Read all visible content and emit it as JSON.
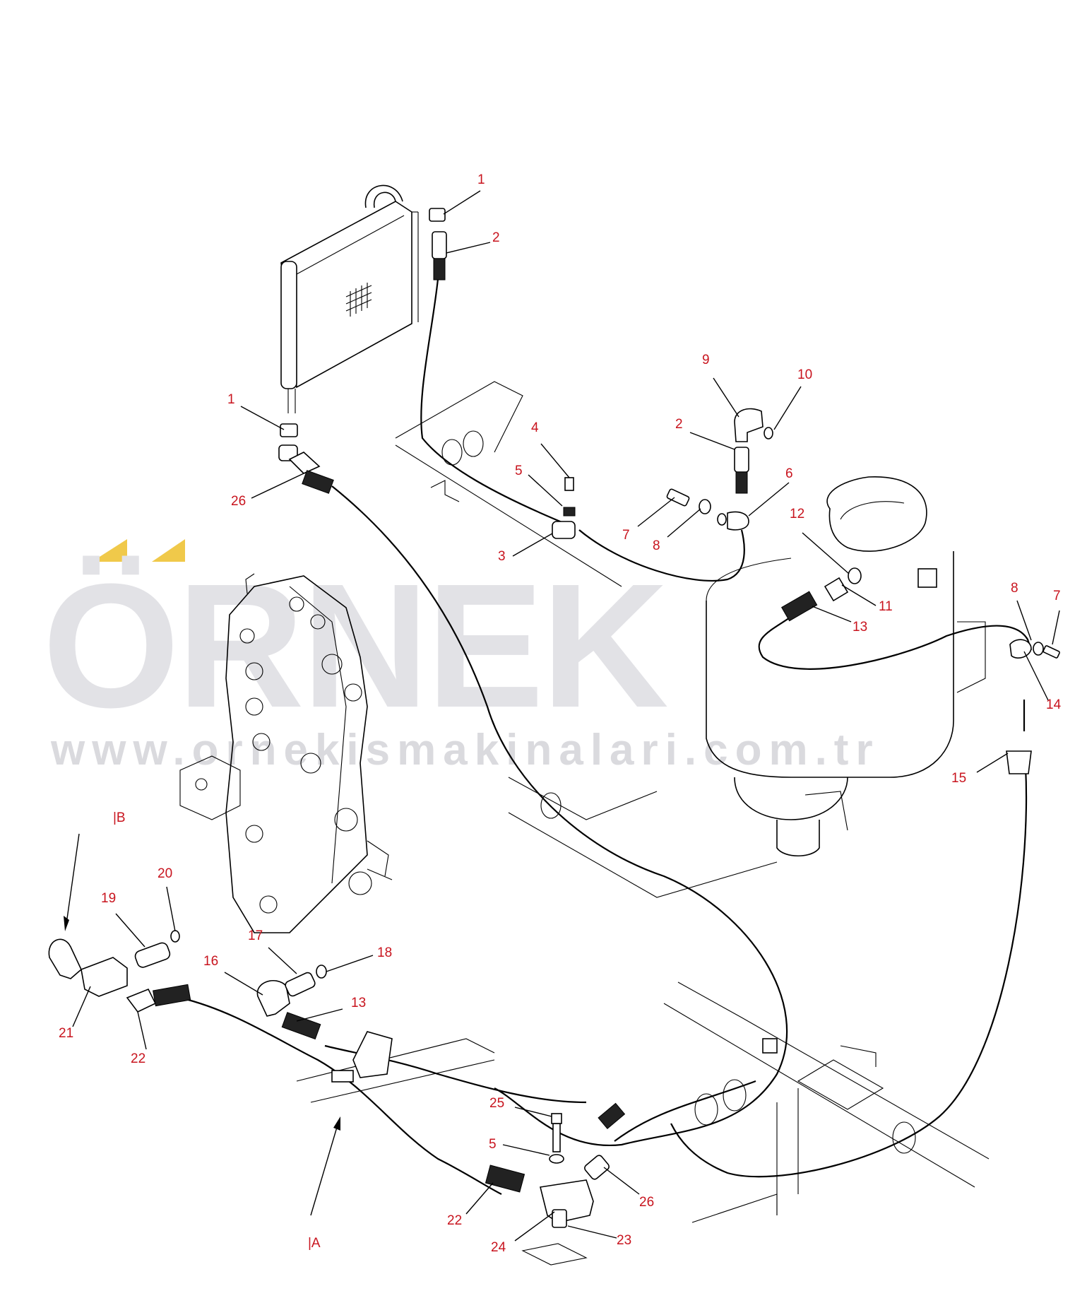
{
  "watermark": {
    "brand": "ÖRNEK",
    "url": "www.ornekismakinalari.com.tr",
    "accent": "#f0c94a"
  },
  "colors": {
    "callout": "#c8141e",
    "line": "#000000",
    "watermark": "#e2e2e6"
  },
  "view_labels": [
    "|B",
    "|A"
  ],
  "callouts": [
    "1",
    "2",
    "1",
    "26",
    "9",
    "10",
    "2",
    "4",
    "6",
    "5",
    "7",
    "8",
    "3",
    "12",
    "11",
    "13",
    "8",
    "7",
    "14",
    "15",
    "20",
    "19",
    "17",
    "18",
    "16",
    "13",
    "21",
    "22",
    "25",
    "5",
    "26",
    "22",
    "23",
    "24"
  ]
}
